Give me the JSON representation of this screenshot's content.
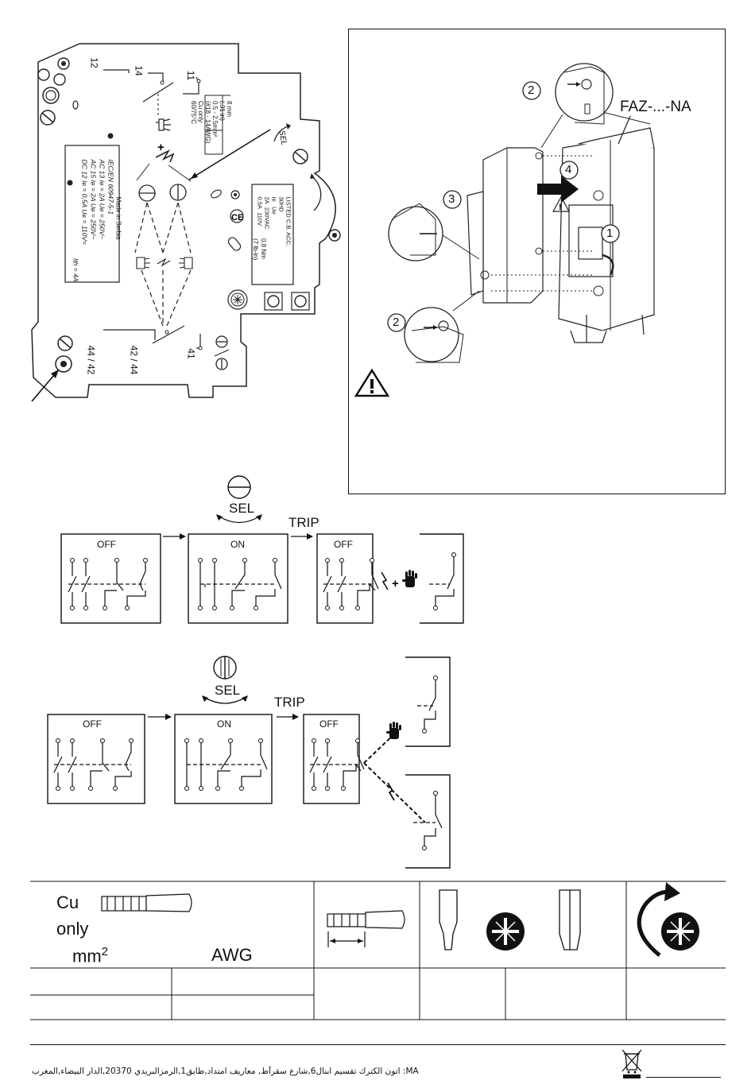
{
  "device_panel": {
    "terminals": {
      "t12": "12",
      "t14": "14",
      "t11": "11",
      "t4442": "44 / 42",
      "t4244": "42 / 44",
      "t41": "41"
    },
    "wire_spec": {
      "strip": "8 mm",
      "strip_in": "(.31 in)",
      "section": "0.5 - 2.5mm²",
      "awg": "(#18 - 14AWG)",
      "cu": "Cu only",
      "temp": "60/75°C"
    },
    "sel_label": "SEL",
    "label_block": {
      "standard": "IEC/EN 60947-5-1",
      "ac13": "AC 13  Ie = 2A   Ue = 250V~",
      "ac15": "AC 15  Ie = 2A   Ue = 250V~",
      "dc12": "DC 12  Ie = 0,5A  Ue = 110V=",
      "ith": "Ith = 4A"
    },
    "made_in": "Made in Serbia",
    "ul_block": {
      "listed": "LISTED C.B. ACC.",
      "code": "30HD",
      "ie_head": "Ie",
      "ue_head": "Ue",
      "r1ie": "2A",
      "r1ue": "230VAC",
      "r2ie": "0.5A",
      "r2ue": "110V"
    },
    "torque": "0.8 Nm",
    "torque_lb": "(7 lb-in)"
  },
  "mount_panel": {
    "model": "FAZ-...-NA",
    "steps": [
      "1",
      "2",
      "3",
      "4"
    ]
  },
  "diagrams": {
    "row1": {
      "sel": "SEL",
      "trip": "TRIP",
      "states": [
        "OFF",
        "ON",
        "OFF"
      ]
    },
    "row2": {
      "sel": "SEL",
      "trip": "TRIP",
      "states": [
        "OFF",
        "ON",
        "OFF"
      ]
    }
  },
  "spec_table": {
    "cu": "Cu",
    "only": "only",
    "mm2": "mm",
    "sup": "2",
    "awg": "AWG"
  },
  "footer": {
    "text": "MA: اتون الكترك تقسيم ابنال6,شارع سقرآط, معاريف امتداد,طابق1,الرمزالبريدي 20370,الدار البيضاء,المغرب"
  }
}
